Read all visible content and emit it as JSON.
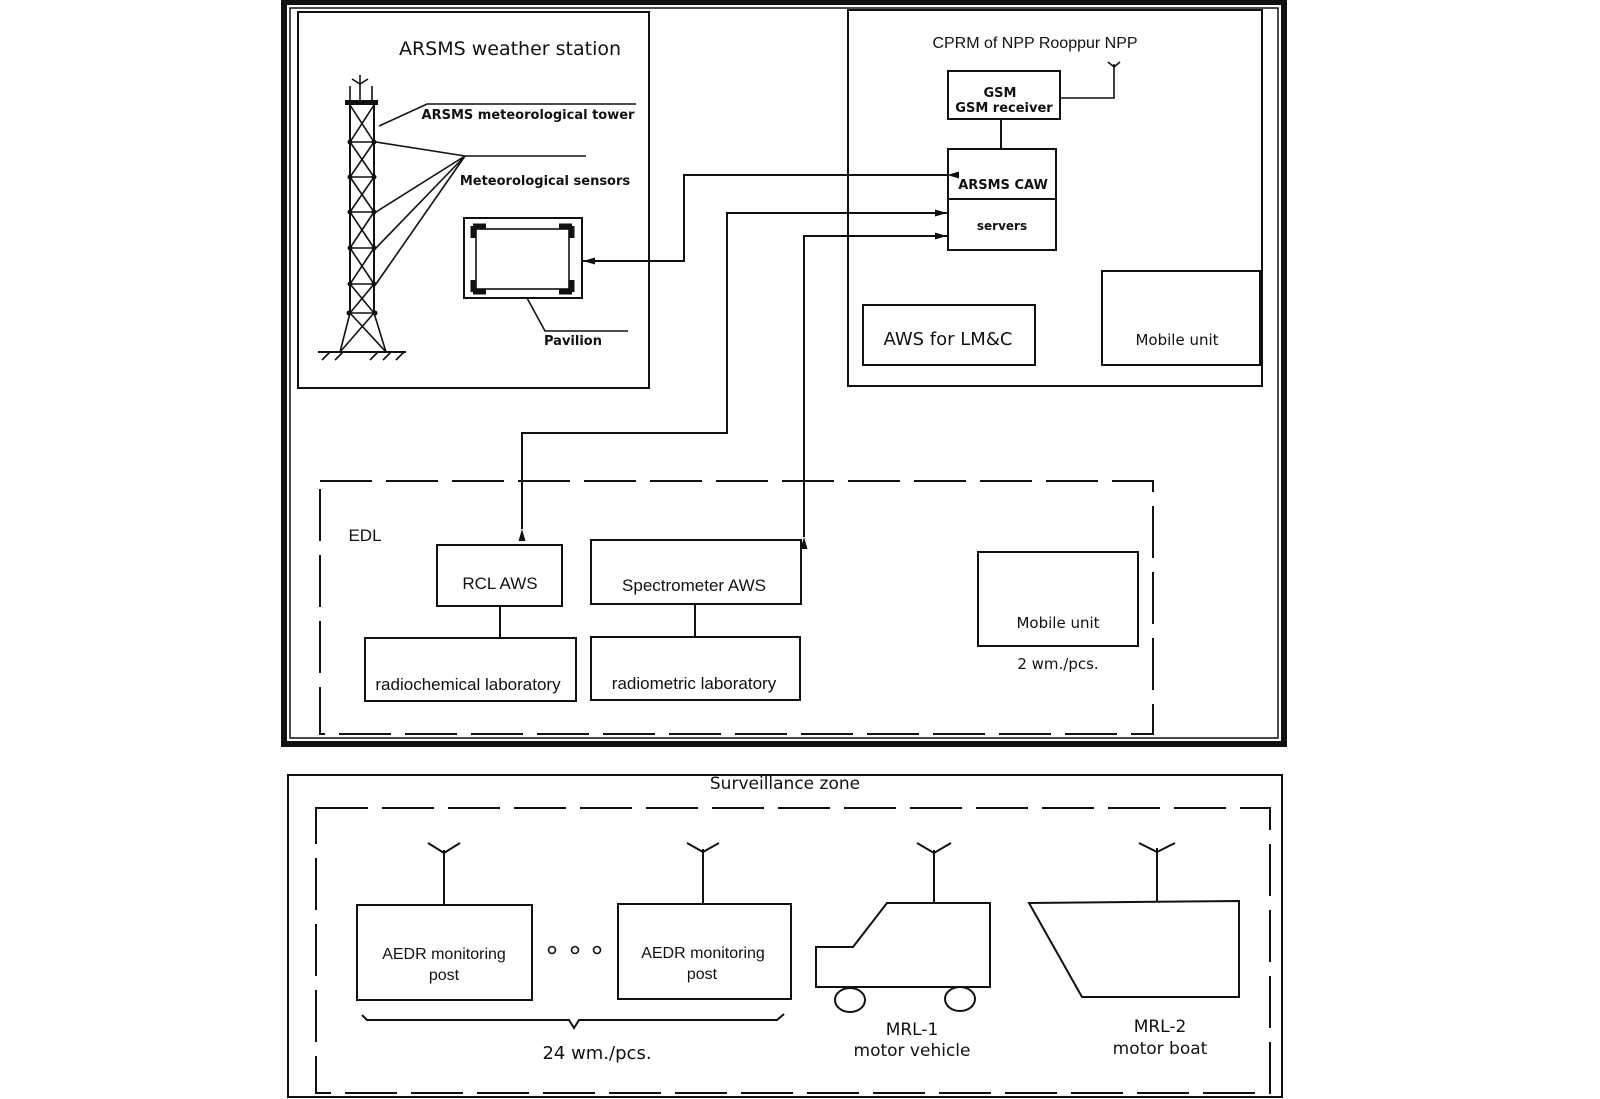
{
  "upper_frame": {
    "weather_station": {
      "title": "ARSMS weather station",
      "tower_label": "ARSMS meteorological tower",
      "sensors_label": "Meteorological sensors",
      "pavilion_label": "Pavilion"
    },
    "cprm": {
      "title": "CPRM of NPP Rooppur NPP",
      "gsm_line1": "GSM",
      "gsm_line2": "GSM receiver",
      "caw_label": "ARSMS CAW",
      "servers_label": "servers",
      "aws_lmc_label": "AWS for LM&C",
      "mobile_unit_label": "Mobile unit"
    },
    "edl": {
      "title": "EDL",
      "rcl_aws_label": "RCL AWS",
      "spectrometer_aws_label": "Spectrometer AWS",
      "radiochemical_lab_label": "radiochemical laboratory",
      "radiometric_lab_label": "radiometric laboratory",
      "mobile_unit_label": "Mobile unit",
      "mobile_unit_count": "2 wm./pcs."
    }
  },
  "surveillance_zone": {
    "title": "Surveillance zone",
    "posts": [
      {
        "line1": "AEDR monitoring",
        "line2": "post"
      },
      {
        "line1": "AEDR monitoring",
        "line2": "post"
      }
    ],
    "ellipsis": "o o o",
    "posts_count": "24 wm./pcs.",
    "vehicle": {
      "name": "MRL-1",
      "type": "motor vehicle"
    },
    "boat": {
      "name": "MRL-2",
      "type": "motor boat"
    }
  }
}
